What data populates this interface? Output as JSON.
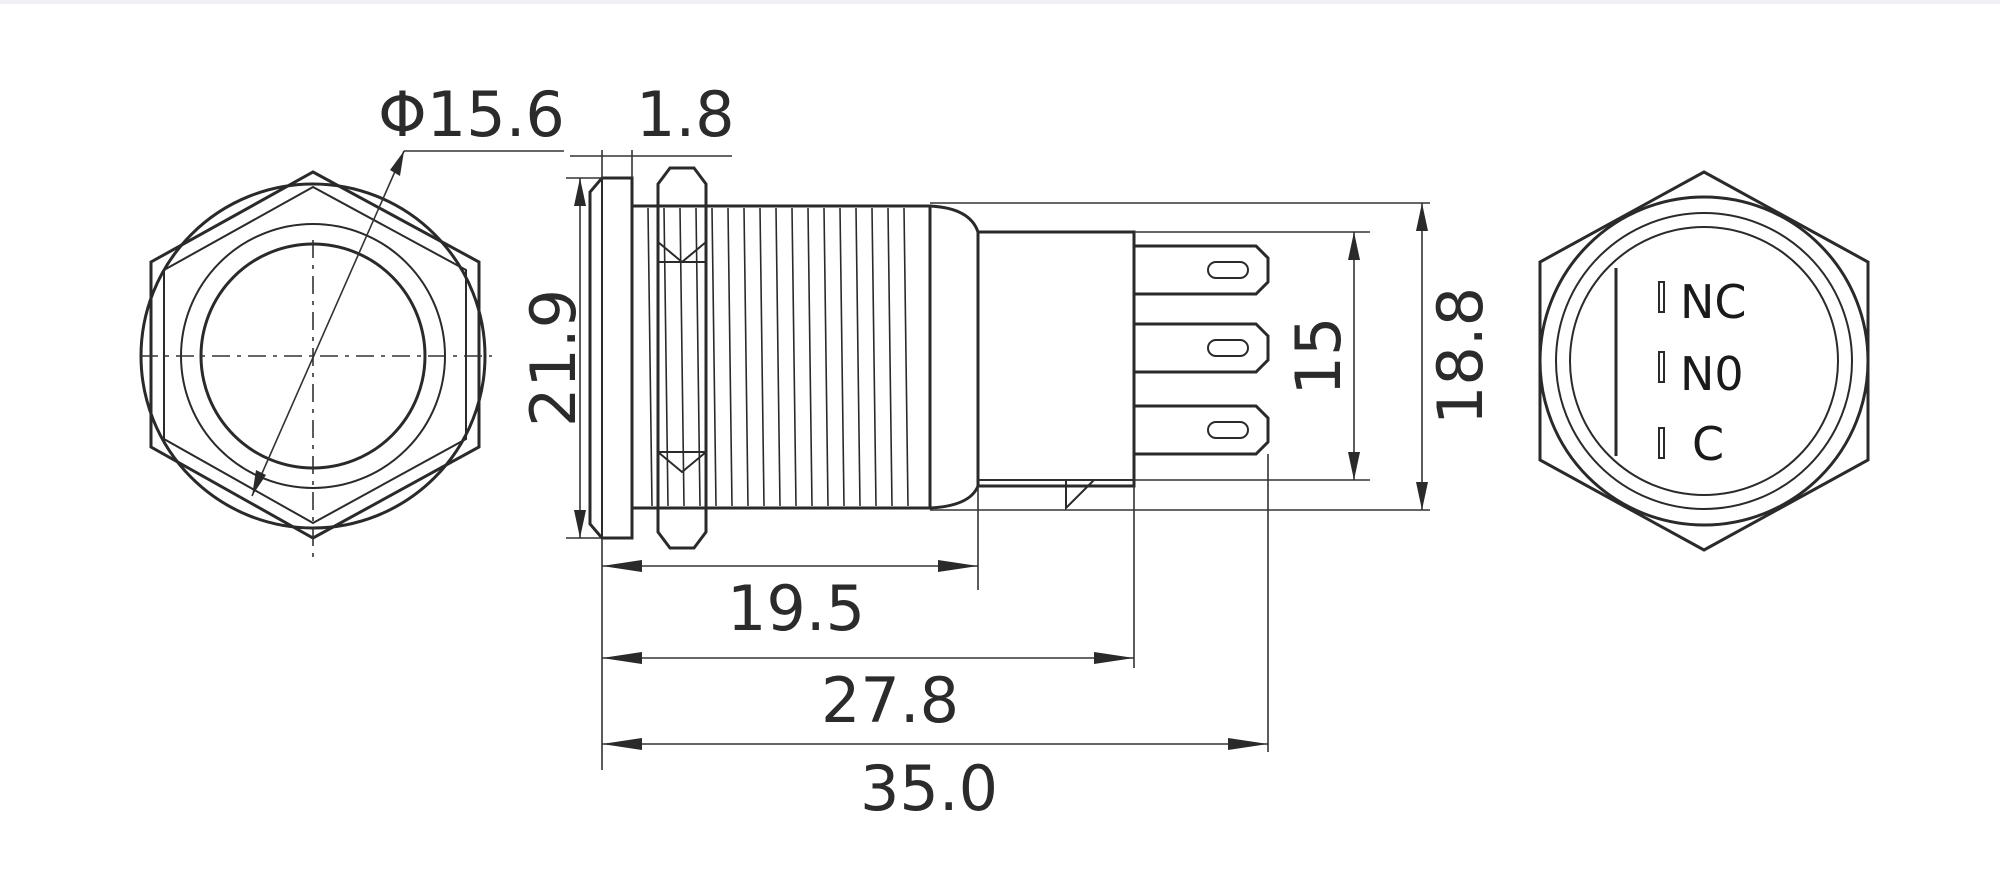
{
  "dimensions": {
    "head_diameter": "Φ15.6",
    "flange_thickness": "1.8",
    "flange_height": "21.9",
    "terminal_span": "15",
    "body_height": "18.8",
    "thread_length": "19.5",
    "housing_length": "27.8",
    "total_length": "35.0"
  },
  "terminals": {
    "nc": "NC",
    "no": "N0",
    "c": "C"
  },
  "colors": {
    "line": "#2a2a2a",
    "background": "#ffffff"
  }
}
